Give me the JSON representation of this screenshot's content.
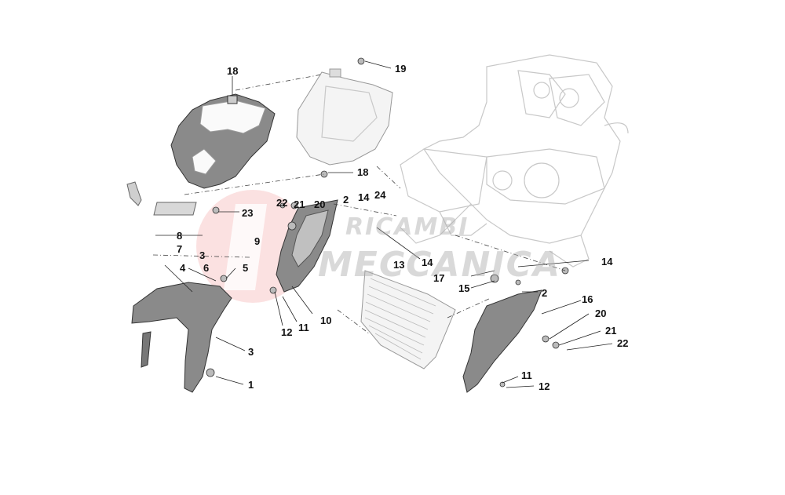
{
  "diagram": {
    "watermark": {
      "line1": "RICAMBI",
      "line2": "MECCANICA"
    },
    "callouts": [
      {
        "id": "c18a",
        "label": "18"
      },
      {
        "id": "c19",
        "label": "19"
      },
      {
        "id": "c18b",
        "label": "18"
      },
      {
        "id": "c14a",
        "label": "14"
      },
      {
        "id": "c24",
        "label": "24"
      },
      {
        "id": "c2a",
        "label": "2"
      },
      {
        "id": "c22a",
        "label": "22"
      },
      {
        "id": "c21a",
        "label": "21"
      },
      {
        "id": "c20a",
        "label": "20"
      },
      {
        "id": "c23",
        "label": "23"
      },
      {
        "id": "c8",
        "label": "8"
      },
      {
        "id": "c9",
        "label": "9"
      },
      {
        "id": "c7",
        "label": "7"
      },
      {
        "id": "c3a",
        "label": "3"
      },
      {
        "id": "c4",
        "label": "4"
      },
      {
        "id": "c6",
        "label": "6"
      },
      {
        "id": "c5",
        "label": "5"
      },
      {
        "id": "c13",
        "label": "13"
      },
      {
        "id": "c14b",
        "label": "14"
      },
      {
        "id": "c14c",
        "label": "14"
      },
      {
        "id": "c17",
        "label": "17"
      },
      {
        "id": "c15",
        "label": "15"
      },
      {
        "id": "c2b",
        "label": "2"
      },
      {
        "id": "c16",
        "label": "16"
      },
      {
        "id": "c20b",
        "label": "20"
      },
      {
        "id": "c21b",
        "label": "21"
      },
      {
        "id": "c22b",
        "label": "22"
      },
      {
        "id": "c12a",
        "label": "12"
      },
      {
        "id": "c11a",
        "label": "11"
      },
      {
        "id": "c10",
        "label": "10"
      },
      {
        "id": "c3b",
        "label": "3"
      },
      {
        "id": "c1",
        "label": "1"
      },
      {
        "id": "c11b",
        "label": "11"
      },
      {
        "id": "c12b",
        "label": "12"
      }
    ]
  }
}
